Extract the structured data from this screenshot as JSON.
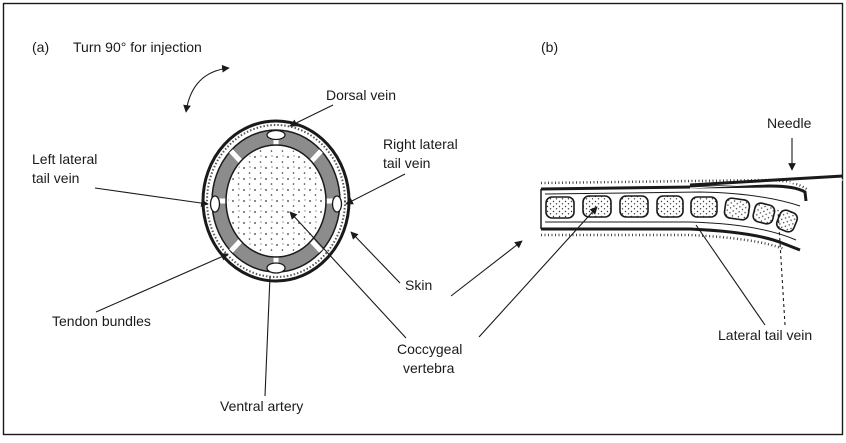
{
  "panel_a": {
    "label": "(a)",
    "instruction": "Turn 90° for injection",
    "labels": {
      "dorsal_vein": "Dorsal vein",
      "left_lateral_1": "Left lateral",
      "left_lateral_2": "tail vein",
      "right_lateral_1": "Right lateral",
      "right_lateral_2": "tail vein",
      "tendon_bundles": "Tendon bundles",
      "skin": "Skin",
      "coccygeal_1": "Coccygeal",
      "coccygeal_2": "vertebra",
      "ventral_artery": "Ventral artery"
    }
  },
  "panel_b": {
    "label": "(b)",
    "labels": {
      "needle": "Needle",
      "lateral_tail_vein": "Lateral tail vein"
    }
  }
}
